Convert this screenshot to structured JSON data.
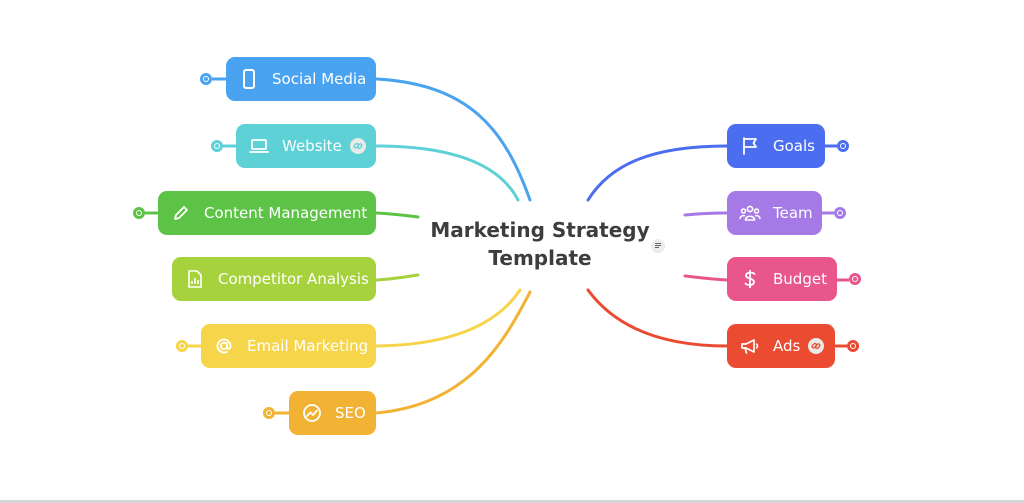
{
  "central_topic": {
    "line1": "Marketing Strategy",
    "line2": "Template"
  },
  "left_branches": [
    {
      "label": "Social Media",
      "color": "#4aa3f0",
      "icon": "phone-icon",
      "has_link": false
    },
    {
      "label": "Website",
      "color": "#5dd1d6",
      "icon": "laptop-icon",
      "has_link": true
    },
    {
      "label": "Content Management",
      "color": "#5cc346",
      "icon": "pencil-icon",
      "has_link": false
    },
    {
      "label": "Competitor Analysis",
      "color": "#a6d23d",
      "icon": "report-icon",
      "has_link": false
    },
    {
      "label": "Email Marketing",
      "color": "#f6d54a",
      "icon": "at-icon",
      "has_link": false
    },
    {
      "label": "SEO",
      "color": "#f2b233",
      "icon": "trend-icon",
      "has_link": false
    }
  ],
  "right_branches": [
    {
      "label": "Goals",
      "color": "#4b6ef0",
      "icon": "flag-icon",
      "has_link": false
    },
    {
      "label": "Team",
      "color": "#a57ae6",
      "icon": "people-icon",
      "has_link": false
    },
    {
      "label": "Budget",
      "color": "#e8568b",
      "icon": "dollar-icon",
      "has_link": false
    },
    {
      "label": "Ads",
      "color": "#eb4b30",
      "icon": "megaphone-icon",
      "has_link": true
    }
  ]
}
